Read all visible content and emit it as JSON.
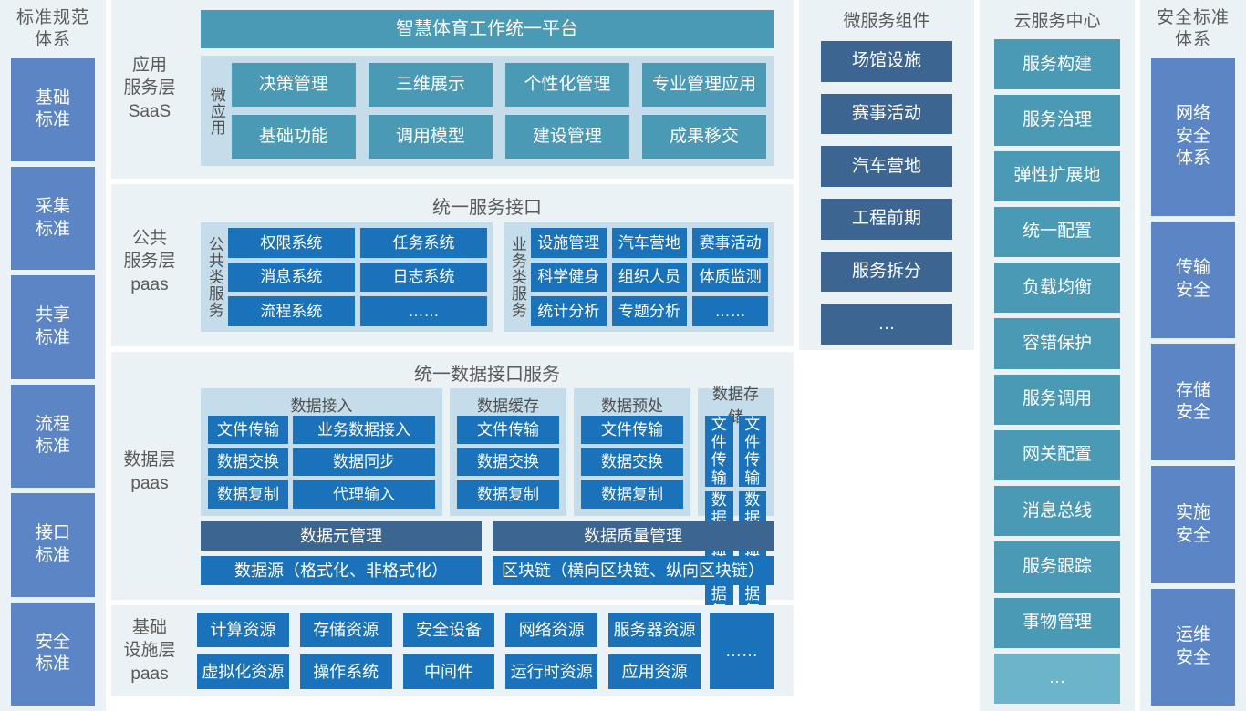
{
  "left_sidebar": {
    "title": "标准规范\n体系",
    "title_lines": [
      "标准规范",
      "体系"
    ],
    "items": [
      {
        "label": "基础\n标准",
        "lines": [
          "基础",
          "标准"
        ]
      },
      {
        "label": "采集\n标准",
        "lines": [
          "采集",
          "标准"
        ]
      },
      {
        "label": "共享\n标准",
        "lines": [
          "共享",
          "标准"
        ]
      },
      {
        "label": "流程\n标准",
        "lines": [
          "流程",
          "标准"
        ]
      },
      {
        "label": "接口\n标准",
        "lines": [
          "接口",
          "标准"
        ]
      },
      {
        "label": "安全\n标准",
        "lines": [
          "安全",
          "标准"
        ]
      }
    ]
  },
  "right_sidebar": {
    "title_lines": [
      "安全标准",
      "体系"
    ],
    "items": [
      {
        "lines": [
          "网络",
          "安全",
          "体系"
        ]
      },
      {
        "lines": [
          "传输",
          "安全"
        ]
      },
      {
        "lines": [
          "存储",
          "安全"
        ]
      },
      {
        "lines": [
          "实施",
          "安全"
        ]
      },
      {
        "lines": [
          "运维",
          "安全"
        ]
      }
    ]
  },
  "app_layer": {
    "layer_label_lines": [
      "应用",
      "服务层",
      "SaaS"
    ],
    "platform_title": "智慧体育工作统一平台",
    "micro_app_label": "微应用",
    "apps": [
      "决策管理",
      "三维展示",
      "个性化管理",
      "专业管理应用",
      "基础功能",
      "调用模型",
      "建设管理",
      "成果移交"
    ]
  },
  "public_layer": {
    "layer_label_lines": [
      "公共",
      "服务层",
      "paas"
    ],
    "title": "统一服务接口",
    "groups": [
      {
        "vlabel": "公共类服务",
        "items": [
          "权限系统",
          "任务系统",
          "消息系统",
          "日志系统",
          "流程系统",
          "……"
        ]
      },
      {
        "vlabel": "业务类服务",
        "items": [
          "设施管理",
          "汽车营地",
          "赛事活动",
          "科学健身",
          "组织人员",
          "体质监测",
          "统计分析",
          "专题分析",
          "……"
        ]
      }
    ]
  },
  "data_layer": {
    "layer_label_lines": [
      "数据层",
      "paas"
    ],
    "title": "统一数据接口服务",
    "groups": [
      {
        "title": "数据接入",
        "items": [
          "文件传输",
          "业务数据接入",
          "数据交换",
          "数据同步",
          "数据复制",
          "代理输入"
        ]
      },
      {
        "title": "数据缓存",
        "items": [
          "文件传输",
          "数据交换",
          "数据复制"
        ]
      },
      {
        "title": "数据预处",
        "items": [
          "文件传输",
          "数据交换",
          "数据复制"
        ]
      },
      {
        "title": "数据存储",
        "items": [
          "文件传输",
          "文件传输",
          "数据交换",
          "数据交换",
          "数据复制",
          "数据复制"
        ]
      }
    ],
    "bottom_rows": [
      [
        "数据元管理",
        "数据质量管理"
      ],
      [
        "数据源（格式化、非格式化）",
        "区块链（横向区块链、纵向区块链）"
      ]
    ]
  },
  "infra_layer": {
    "layer_label_lines": [
      "基础",
      "设施层",
      "paas"
    ],
    "items": [
      "计算资源",
      "存储资源",
      "安全设备",
      "网络资源",
      "服务器资源",
      "虚拟化资源",
      "操作系统",
      "中间件",
      "运行时资源",
      "应用资源"
    ],
    "ellipsis": "……"
  },
  "microservice": {
    "title": "微服务组件",
    "items": [
      "场馆设施",
      "赛事活动",
      "汽车营地",
      "工程前期",
      "服务拆分",
      "…"
    ]
  },
  "cloud_center": {
    "title": "云服务中心",
    "items": [
      "服务构建",
      "服务治理",
      "弹性扩展地",
      "统一配置",
      "负载均衡",
      "容错保护",
      "服务调用",
      "网关配置",
      "消息总线",
      "服务跟踪",
      "事物管理"
    ],
    "ellipsis": "…"
  },
  "colors": {
    "panel_light": "#eaf2f6",
    "panel_group": "#c5dcea",
    "teal": "#4a9ab5",
    "blue": "#1a72ba",
    "slate": "#3d6591",
    "periwinkle": "#5b85c4",
    "teal_dim": "#6bb4c9",
    "label_text": "#5a5a5a"
  }
}
